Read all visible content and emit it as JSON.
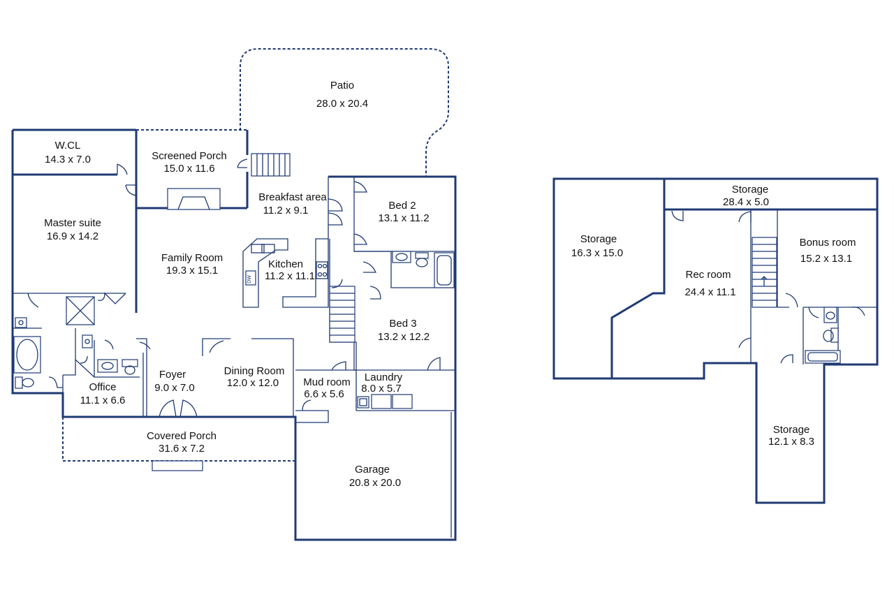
{
  "colors": {
    "wall": "#1f3a73",
    "background": "#ffffff",
    "text": "#111111"
  },
  "appliance_label": "DW",
  "main_floor": {
    "patio": {
      "name": "Patio",
      "dims": "28.0 x 20.4"
    },
    "wcl": {
      "name": "W.CL",
      "dims": "14.3 x 7.0"
    },
    "screened_porch": {
      "name": "Screened Porch",
      "dims": "15.0 x 11.6"
    },
    "breakfast_area": {
      "name": "Breakfast area",
      "dims": "11.2 x 9.1"
    },
    "bed2": {
      "name": "Bed 2",
      "dims": "13.1 x 11.2"
    },
    "master_suite": {
      "name": "Master suite",
      "dims": "16.9 x 14.2"
    },
    "family_room": {
      "name": "Family Room",
      "dims": "19.3 x 15.1"
    },
    "kitchen": {
      "name": "Kitchen",
      "dims": "11.2 x 11.1"
    },
    "bed3": {
      "name": "Bed 3",
      "dims": "13.2 x 12.2"
    },
    "foyer": {
      "name": "Foyer",
      "dims": "9.0 x 7.0"
    },
    "dining_room": {
      "name": "Dining Room",
      "dims": "12.0 x 12.0"
    },
    "mud_room": {
      "name": "Mud room",
      "dims": "6.6 x 5.6"
    },
    "laundry": {
      "name": "Laundry",
      "dims": "8.0 x 5.7"
    },
    "office": {
      "name": "Office",
      "dims": "11.1 x 6.6"
    },
    "covered_porch": {
      "name": "Covered Porch",
      "dims": "31.6 x 7.2"
    },
    "garage": {
      "name": "Garage",
      "dims": "20.8 x 20.0"
    }
  },
  "upper_floor": {
    "storage_top": {
      "name": "Storage",
      "dims": "28.4 x 5.0"
    },
    "storage_left": {
      "name": "Storage",
      "dims": "16.3 x 15.0"
    },
    "rec_room": {
      "name": "Rec room",
      "dims": "24.4 x 11.1"
    },
    "bonus_room": {
      "name": "Bonus room",
      "dims": "15.2 x 13.1"
    },
    "storage_bottom": {
      "name": "Storage",
      "dims": "12.1 x 8.3"
    }
  }
}
